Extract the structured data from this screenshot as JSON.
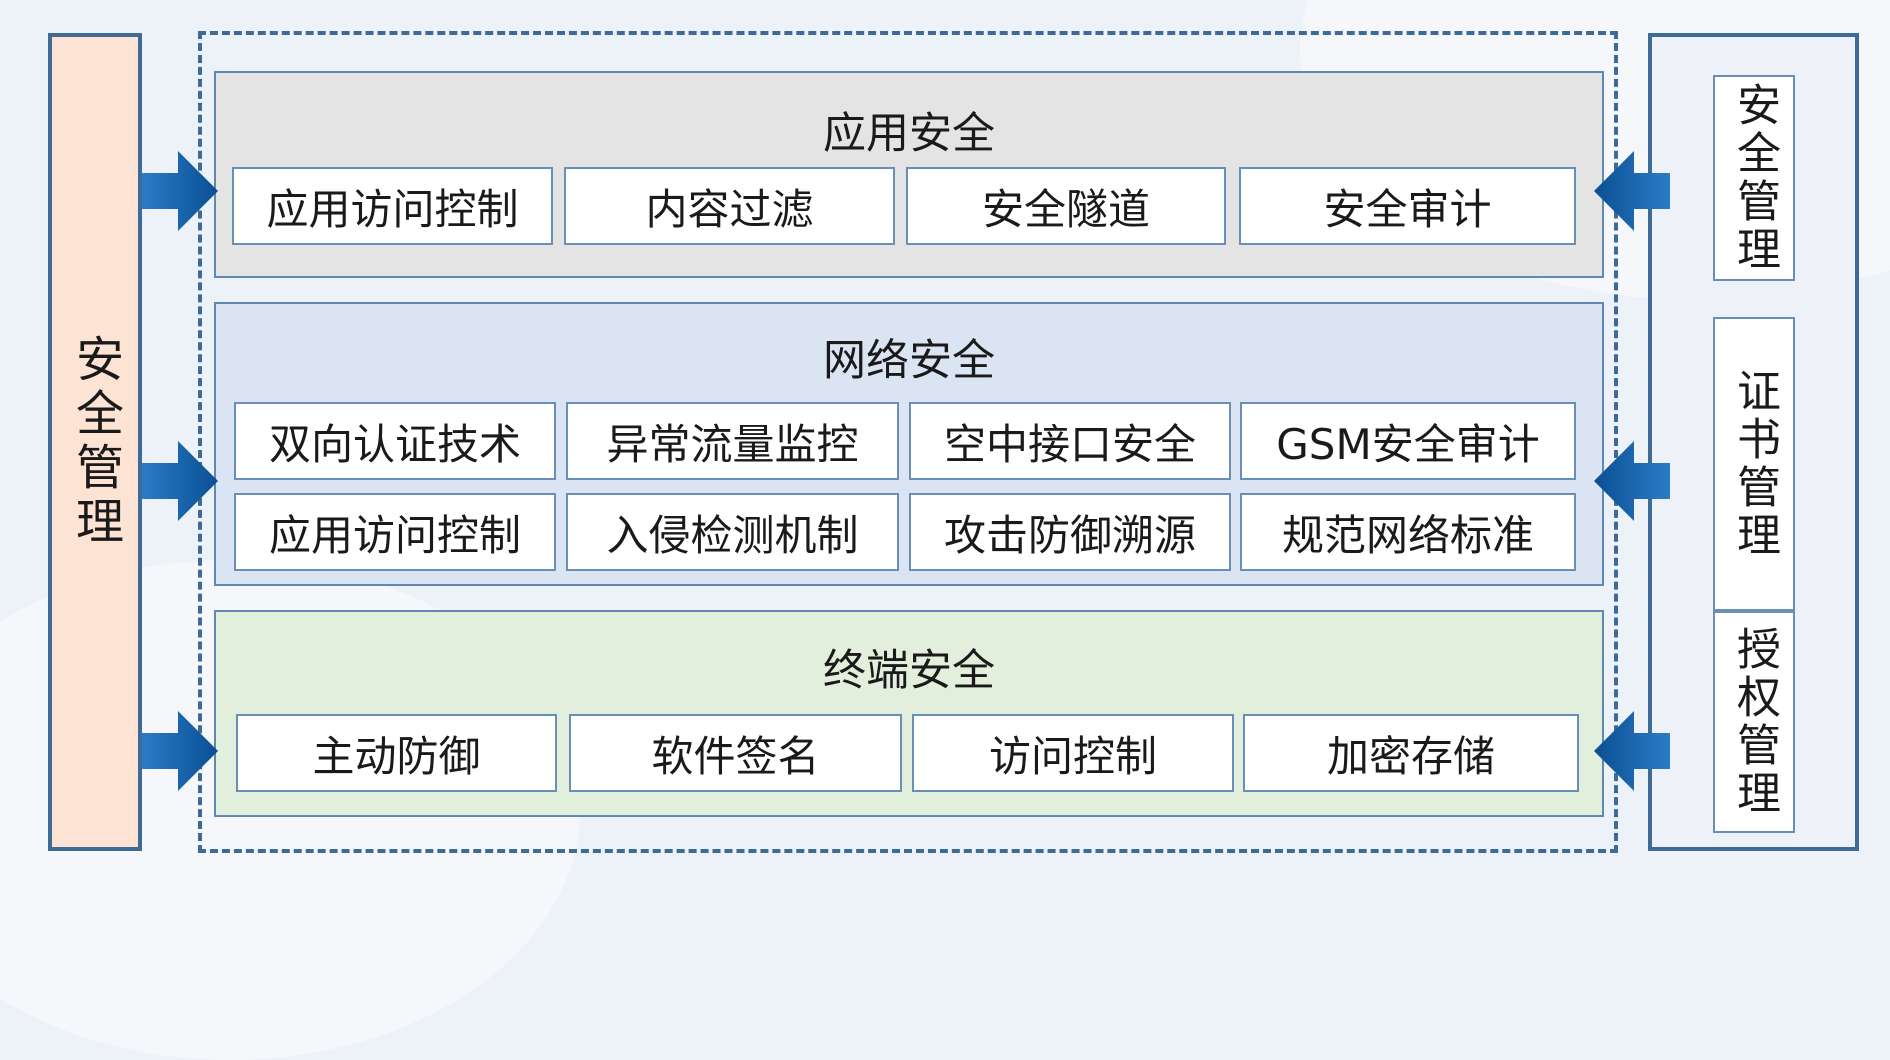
{
  "left_panel": {
    "label": "安全管理"
  },
  "right_panel": {
    "items": [
      {
        "label": "安全管理"
      },
      {
        "label": "证书管理"
      },
      {
        "label": "授权管理"
      }
    ]
  },
  "layers": {
    "application": {
      "title": "应用安全",
      "items": [
        "应用访问控制",
        "内容过滤",
        "安全隧道",
        "安全审计"
      ]
    },
    "network": {
      "title": "网络安全",
      "row1": [
        "双向认证技术",
        "异常流量监控",
        "空中接口安全",
        "GSM安全审计"
      ],
      "row2": [
        "应用访问控制",
        "入侵检测机制",
        "攻击防御溯源",
        "规范网络标准"
      ]
    },
    "terminal": {
      "title": "终端安全",
      "items": [
        "主动防御",
        "软件签名",
        "访问控制",
        "加密存储"
      ]
    }
  },
  "colors": {
    "border": "#3d6a97",
    "left_fill": "#fde3d3",
    "application_fill": "#e4e4e4",
    "network_fill": "#dae4f2",
    "terminal_fill": "#e2efdc",
    "arrow": "#1466b0"
  }
}
